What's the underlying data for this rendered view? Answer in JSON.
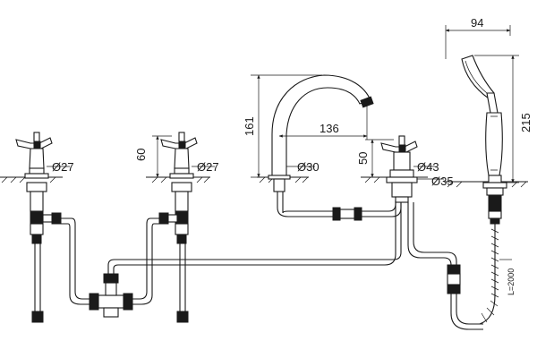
{
  "title": "",
  "dimensions": {
    "handle_diameter_left": "Ø27",
    "handle_diameter_mid": "Ø27",
    "handle_height": "60",
    "spout_height": "161",
    "spout_reach": "136",
    "spout_diameter": "Ø30",
    "diverter_height": "50",
    "diverter_diameter": "Ø43",
    "shower_base_diameter": "Ø35",
    "handshower_width": "94",
    "handshower_height": "215",
    "hose_length": "L=2000"
  }
}
